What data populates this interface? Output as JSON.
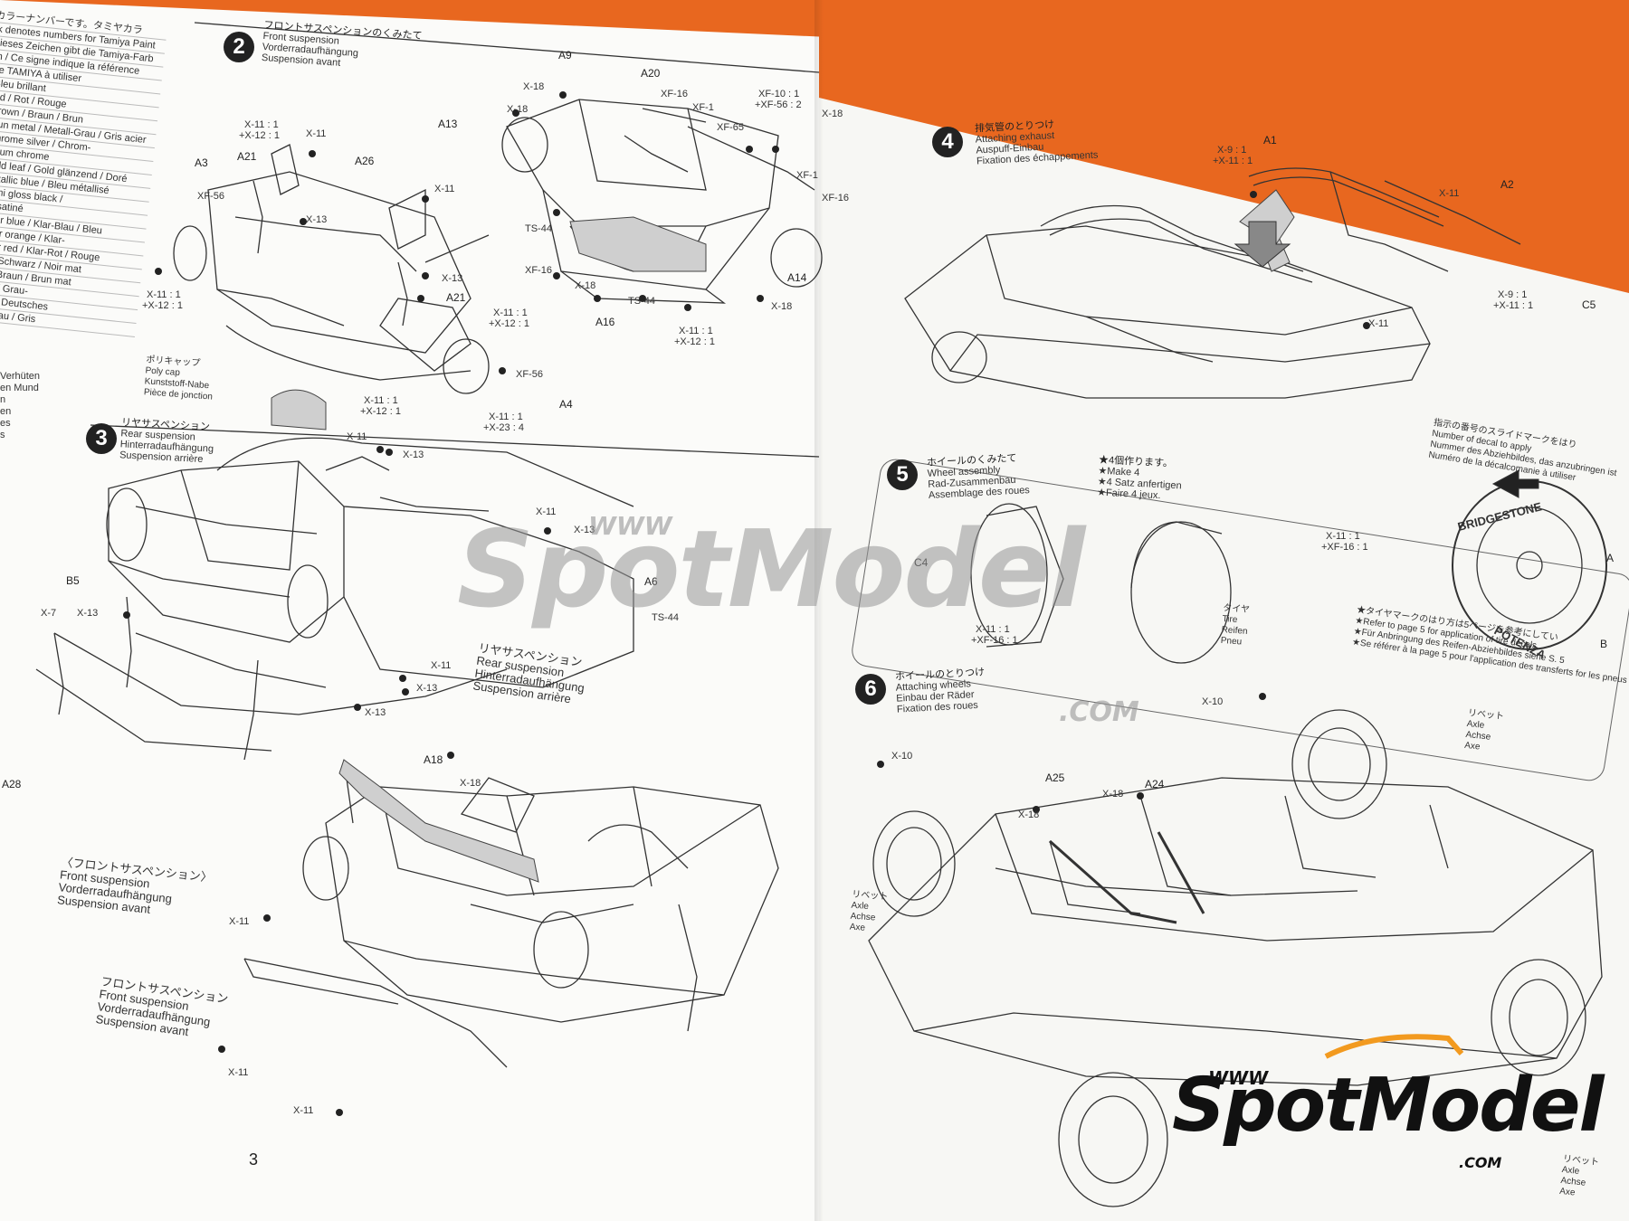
{
  "paint_list": {
    "lines": [
      "カラーナンバーです。タミヤカラ",
      "rk denotes numbers for Tamiya Paint",
      "Dieses Zeichen gibt die Tamiya-Farb",
      "an / Ce signe indique la référence",
      "ure TAMIYA à utiliser",
      "/ Bleu brillant",
      "Red / Rot / Rouge",
      "/ Brown / Braun / Brun",
      "/ Gun metal / Metall-Grau / Gris acier",
      "/ Chrome silver / Chrom-",
      "minium chrome",
      "/ Gold leaf / Gold glänzend / Doré",
      "/ Metallic blue / Bleu métallisé",
      "/ Semi gloss black /",
      "Noir satiné",
      "/ Clear blue / Klar-Blau / Bleu",
      "/ Clear orange / Klar-",
      "/ Clear red / Klar-Rot / Rouge",
      "/ Matt Schwarz / Noir mat",
      "/ Matt Braun / Brun mat",
      "/ Grey / Grau-",
      "/ Grey / Deutsches",
      "/ Feldgrau / Gris"
    ]
  },
  "warning": {
    "lines": [
      "Verhüten",
      "en Mund",
      "n",
      "en",
      "es",
      "s"
    ]
  },
  "steps": {
    "s2": {
      "number": "2",
      "jp": "フロントサスペンションのくみたて",
      "en": "Front suspension",
      "de": "Vorderradaufhängung",
      "fr": "Suspension avant"
    },
    "s3": {
      "number": "3",
      "jp": "リヤサスペンション",
      "en": "Rear suspension",
      "de": "Hinterradaufhängung",
      "fr": "Suspension arrière"
    },
    "s4": {
      "number": "4",
      "jp": "排気管のとりつけ",
      "en": "Attaching exhaust",
      "de": "Auspuff-Einbau",
      "fr": "Fixation des échappements"
    },
    "s5": {
      "number": "5",
      "jp": "ホイールのくみたて",
      "en": "Wheel assembly",
      "de": "Rad-Zusammenbau",
      "fr": "Assemblage des roues"
    },
    "s6": {
      "number": "6",
      "jp": "ホイールのとりつけ",
      "en": "Attaching wheels",
      "de": "Einbau der Räder",
      "fr": "Fixation des roues"
    }
  },
  "make4": {
    "jp": "★4個作ります。",
    "en": "★Make 4",
    "de": "★4 Satz anfertigen",
    "fr": "★Faire 4 jeux."
  },
  "parts": {
    "a9": "A9",
    "a20": "A20",
    "a13": "A13",
    "a3": "A3",
    "a21a": "A21",
    "a26": "A26",
    "a21b": "A21",
    "a16": "A16",
    "a14": "A14",
    "a4": "A4",
    "ts44a": "TS-44",
    "ts44b": "TS-44",
    "a6": "A6",
    "ts44c": "TS-44",
    "b5": "B5",
    "a28": "A28",
    "a18": "A18",
    "a1": "A1",
    "a2": "A2",
    "c5": "C5",
    "c4": "C4",
    "a25": "A25",
    "a24": "A24",
    "a_mark": "A",
    "b_mark": "B"
  },
  "codes": {
    "x18a": "X-18",
    "xf16a": "XF-16",
    "xf1a": "XF-1",
    "xf65": "XF-65",
    "xf10": "XF-10 : 1",
    "xf56a": "+XF-56 : 2",
    "x18b": "X-18",
    "x11_x12a": "X-11 : 1",
    "x11_x12a2": "+X-12 : 1",
    "x11a": "X-11",
    "xf56b": "XF-56",
    "x13a": "X-13",
    "x11b": "X-11",
    "x18c": "X-18",
    "xf1b": "XF-1",
    "xf16b": "XF-16",
    "x13b": "X-13",
    "xf16c": "XF-16",
    "x18d": "X-18",
    "x18e": "X-18",
    "x11_x12b": "X-11 : 1",
    "x11_x12b2": "+X-12 : 1",
    "x11_x12c": "X-11 : 1",
    "x11_x12c2": "+X-12 : 1",
    "x11_x12d": "X-11 : 1",
    "x11_x12d2": "+X-12 : 1",
    "xf56c": "XF-56",
    "x11_x23": "X-11 : 1",
    "x11_x23b": "+X-23 : 4",
    "x11_x12e": "X-11 : 1",
    "x11_x12e2": "+X-12 : 1",
    "x11c": "X-11",
    "x13c": "X-13",
    "x11d": "X-11",
    "x13d": "X-13",
    "x7": "X-7",
    "x13e": "X-13",
    "x11e": "X-11",
    "x13f": "X-13",
    "x13g": "X-13",
    "x18f": "X-18",
    "x11f": "X-11",
    "x11g": "X-11",
    "x11h": "X-11",
    "x9a": "X-9 : 1",
    "x9a2": "+X-11 : 1",
    "x11i": "X-11",
    "x9b": "X-9 : 1",
    "x9b2": "+X-11 : 1",
    "x11j": "X-11",
    "x11_xf16a": "X-11 : 1",
    "x11_xf16a2": "+XF-16 : 1",
    "x11_xf16b": "X-11 : 1",
    "x11_xf16b2": "+XF-16 : 1",
    "x10a": "X-10",
    "x10b": "X-10",
    "x18g": "X-18",
    "x18h": "X-18"
  },
  "captions": {
    "poly": {
      "jp": "ポリキャップ",
      "en": "Poly cap",
      "de": "Kunststoff-Nabe",
      "fr": "Pièce de jonction"
    },
    "rear_sub": {
      "jp": "リヤサスペンション",
      "en": "Rear suspension",
      "de": "Hinterradaufhängung",
      "fr": "Suspension arrière"
    },
    "front_sub1": {
      "jp": "〈フロントサスペンション〉",
      "en": "Front suspension",
      "de": "Vorderradaufhängung",
      "fr": "Suspension avant"
    },
    "front_sub2": {
      "jp": "フロントサスペンション",
      "en": "Front suspension",
      "de": "Vorderradaufhängung",
      "fr": "Suspension avant"
    },
    "tire": {
      "jp": "タイヤ",
      "en": "Tire",
      "de": "Reifen",
      "fr": "Pneu"
    },
    "axle1": {
      "jp": "リベット",
      "en": "Axle",
      "de": "Achse",
      "fr": "Axe"
    },
    "axle2": {
      "jp": "リベット",
      "en": "Axle",
      "de": "Achse",
      "fr": "Axe"
    },
    "axle3": {
      "jp": "リベット",
      "en": "Axle",
      "de": "Achse",
      "fr": "Axe"
    },
    "decal_note": {
      "jp": "指示の番号のスライドマークをはり",
      "en": "Number of decal to apply",
      "de": "Nummer des Abziehbildes, das anzubringen ist",
      "fr": "Numéro de la décalcomanie à utiliser"
    },
    "tire_mark": {
      "jp": "★タイヤマークのはり方は5ページを参考にしてい",
      "en": "★Refer to page 5 for application of tire decals",
      "de": "★Für Anbringung des Reifen-Abziehbildes siehe S. 5",
      "fr": "★Se référer à la page 5 pour l'application des transferts for les pneus"
    }
  },
  "tire_brand": {
    "top": "BRIDGESTONE",
    "bottom": "POTENZA"
  },
  "page_number": "3",
  "watermark": {
    "www": "WWW",
    "brand": "SpotModel",
    "com": ".COM"
  },
  "colors": {
    "background": "#e8671f",
    "paper": "#fbfbf9",
    "ink": "#222222",
    "watermark_gray": "#969696"
  }
}
